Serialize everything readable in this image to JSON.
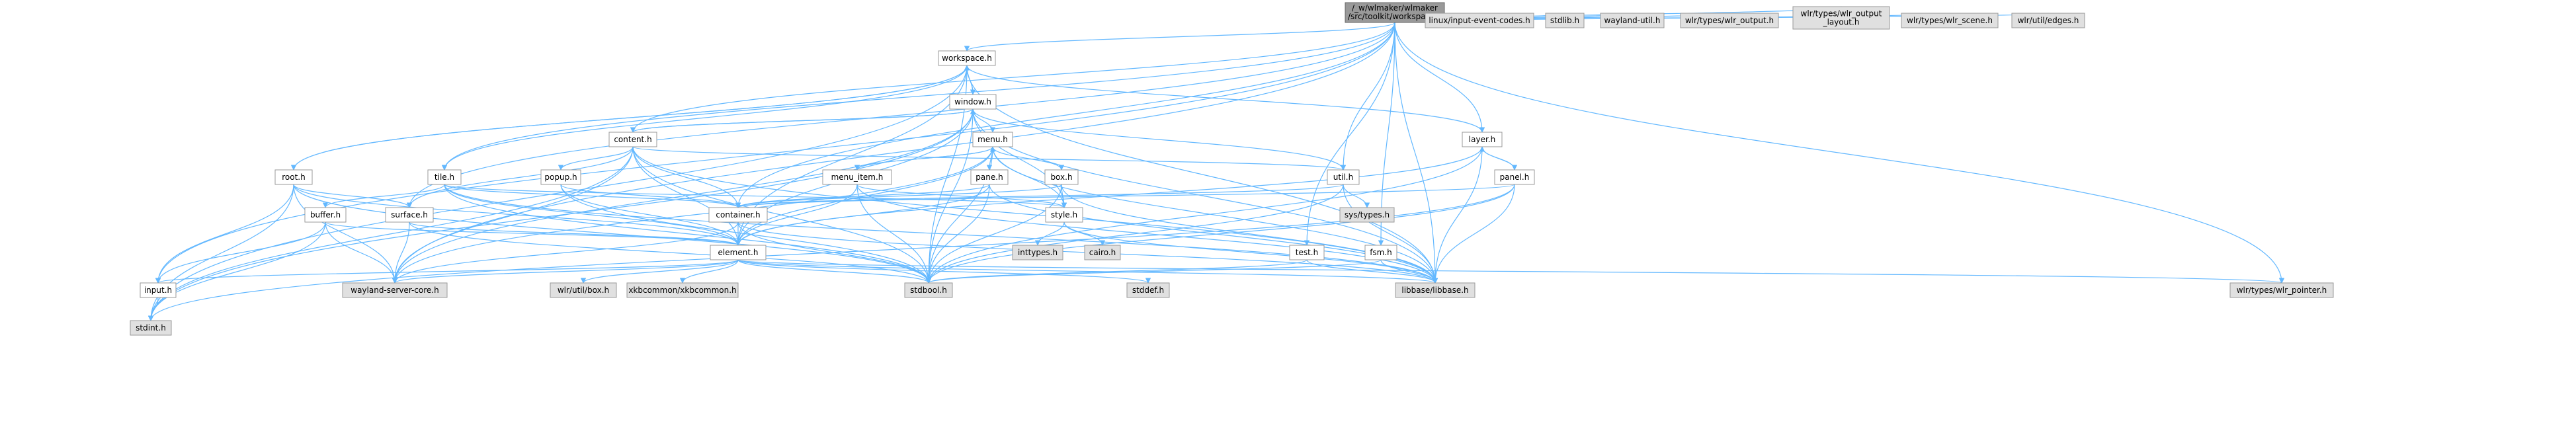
{
  "graph": {
    "root": {
      "lines": [
        "/_w/wlmaker/wlmaker",
        "/src/toolkit/workspace.c"
      ]
    },
    "nodes": [
      {
        "id": "workspace_h",
        "label": "workspace.h",
        "kind": "local"
      },
      {
        "id": "window_h",
        "label": "window.h",
        "kind": "local"
      },
      {
        "id": "content_h",
        "label": "content.h",
        "kind": "local"
      },
      {
        "id": "menu_h",
        "label": "menu.h",
        "kind": "local"
      },
      {
        "id": "root_h",
        "label": "root.h",
        "kind": "local"
      },
      {
        "id": "tile_h",
        "label": "tile.h",
        "kind": "local"
      },
      {
        "id": "popup_h",
        "label": "popup.h",
        "kind": "local"
      },
      {
        "id": "menu_item_h",
        "label": "menu_item.h",
        "kind": "local"
      },
      {
        "id": "pane_h",
        "label": "pane.h",
        "kind": "local"
      },
      {
        "id": "box_h",
        "label": "box.h",
        "kind": "local"
      },
      {
        "id": "layer_h",
        "label": "layer.h",
        "kind": "local"
      },
      {
        "id": "panel_h",
        "label": "panel.h",
        "kind": "local"
      },
      {
        "id": "util_h",
        "label": "util.h",
        "kind": "local"
      },
      {
        "id": "buffer_h",
        "label": "buffer.h",
        "kind": "local"
      },
      {
        "id": "surface_h",
        "label": "surface.h",
        "kind": "local"
      },
      {
        "id": "container_h",
        "label": "container.h",
        "kind": "local"
      },
      {
        "id": "style_h",
        "label": "style.h",
        "kind": "local"
      },
      {
        "id": "element_h",
        "label": "element.h",
        "kind": "local"
      },
      {
        "id": "test_h",
        "label": "test.h",
        "kind": "local"
      },
      {
        "id": "fsm_h",
        "label": "fsm.h",
        "kind": "local"
      },
      {
        "id": "input_h",
        "label": "input.h",
        "kind": "local"
      },
      {
        "id": "sys_types_h",
        "label": "sys/types.h",
        "kind": "ext"
      },
      {
        "id": "inttypes_h",
        "label": "inttypes.h",
        "kind": "ext"
      },
      {
        "id": "cairo_h",
        "label": "cairo.h",
        "kind": "ext"
      },
      {
        "id": "wayland_server_core_h",
        "label": "wayland-server-core.h",
        "kind": "ext"
      },
      {
        "id": "wlr_util_box_h",
        "label": "wlr/util/box.h",
        "kind": "ext"
      },
      {
        "id": "xkbcommon_h",
        "label": "xkbcommon/xkbcommon.h",
        "kind": "ext"
      },
      {
        "id": "stdbool_h",
        "label": "stdbool.h",
        "kind": "ext"
      },
      {
        "id": "stddef_h",
        "label": "stddef.h",
        "kind": "ext"
      },
      {
        "id": "libbase_h",
        "label": "libbase/libbase.h",
        "kind": "ext"
      },
      {
        "id": "wlr_pointer_h",
        "label": "wlr/types/wlr_pointer.h",
        "kind": "ext"
      },
      {
        "id": "stdint_h",
        "label": "stdint.h",
        "kind": "ext"
      },
      {
        "id": "linux_input_h",
        "label": "linux/input-event-codes.h",
        "kind": "ext"
      },
      {
        "id": "stdlib_h",
        "label": "stdlib.h",
        "kind": "ext"
      },
      {
        "id": "wayland_util_h",
        "label": "wayland-util.h",
        "kind": "ext"
      },
      {
        "id": "wlr_output_h",
        "label": "wlr/types/wlr_output.h",
        "kind": "ext"
      },
      {
        "id": "wlr_output_layout_h",
        "label": "wlr/types/wlr_output\n_layout.h",
        "kind": "ext"
      },
      {
        "id": "wlr_scene_h",
        "label": "wlr/types/wlr_scene.h",
        "kind": "ext"
      },
      {
        "id": "wlr_edges_h",
        "label": "wlr/util/edges.h",
        "kind": "ext"
      }
    ],
    "edges": [
      [
        "root",
        "workspace_h"
      ],
      [
        "root",
        "linux_input_h"
      ],
      [
        "root",
        "stdlib_h"
      ],
      [
        "root",
        "wayland_util_h"
      ],
      [
        "root",
        "wlr_output_h"
      ],
      [
        "root",
        "wlr_output_layout_h"
      ],
      [
        "root",
        "wlr_scene_h"
      ],
      [
        "root",
        "wlr_edges_h"
      ],
      [
        "root",
        "content_h"
      ],
      [
        "root",
        "container_h"
      ],
      [
        "root",
        "layer_h"
      ],
      [
        "root",
        "util_h"
      ],
      [
        "root",
        "tile_h"
      ],
      [
        "root",
        "surface_h"
      ],
      [
        "root",
        "input_h"
      ],
      [
        "root",
        "wayland_server_core_h"
      ],
      [
        "root",
        "libbase_h"
      ],
      [
        "root",
        "test_h"
      ],
      [
        "root",
        "fsm_h"
      ],
      [
        "root",
        "wlr_pointer_h"
      ],
      [
        "workspace_h",
        "window_h"
      ],
      [
        "workspace_h",
        "layer_h"
      ],
      [
        "workspace_h",
        "root_h"
      ],
      [
        "workspace_h",
        "tile_h"
      ],
      [
        "workspace_h",
        "element_h"
      ],
      [
        "workspace_h",
        "libbase_h"
      ],
      [
        "workspace_h",
        "stdbool_h"
      ],
      [
        "workspace_h",
        "stdint_h"
      ],
      [
        "window_h",
        "workspace_h"
      ],
      [
        "window_h",
        "content_h"
      ],
      [
        "window_h",
        "menu_h"
      ],
      [
        "window_h",
        "util_h"
      ],
      [
        "window_h",
        "style_h"
      ],
      [
        "window_h",
        "element_h"
      ],
      [
        "window_h",
        "libbase_h"
      ],
      [
        "window_h",
        "stdbool_h"
      ],
      [
        "window_h",
        "stdint_h"
      ],
      [
        "window_h",
        "wayland_server_core_h"
      ],
      [
        "content_h",
        "window_h"
      ],
      [
        "content_h",
        "popup_h"
      ],
      [
        "content_h",
        "container_h"
      ],
      [
        "content_h",
        "element_h"
      ],
      [
        "content_h",
        "util_h"
      ],
      [
        "content_h",
        "surface_h"
      ],
      [
        "content_h",
        "libbase_h"
      ],
      [
        "content_h",
        "stdbool_h"
      ],
      [
        "content_h",
        "stdint_h"
      ],
      [
        "content_h",
        "wayland_server_core_h"
      ],
      [
        "menu_h",
        "menu_item_h"
      ],
      [
        "menu_h",
        "pane_h"
      ],
      [
        "menu_h",
        "box_h"
      ],
      [
        "menu_h",
        "style_h"
      ],
      [
        "menu_h",
        "element_h"
      ],
      [
        "menu_h",
        "libbase_h"
      ],
      [
        "menu_h",
        "stdbool_h"
      ],
      [
        "menu_h",
        "wayland_server_core_h"
      ],
      [
        "menu_item_h",
        "menu_h"
      ],
      [
        "menu_item_h",
        "style_h"
      ],
      [
        "menu_item_h",
        "element_h"
      ],
      [
        "menu_item_h",
        "libbase_h"
      ],
      [
        "menu_item_h",
        "stdbool_h"
      ],
      [
        "pane_h",
        "container_h"
      ],
      [
        "pane_h",
        "element_h"
      ],
      [
        "pane_h",
        "libbase_h"
      ],
      [
        "pane_h",
        "stdbool_h"
      ],
      [
        "box_h",
        "container_h"
      ],
      [
        "box_h",
        "style_h"
      ],
      [
        "box_h",
        "libbase_h"
      ],
      [
        "box_h",
        "stdbool_h"
      ],
      [
        "popup_h",
        "container_h"
      ],
      [
        "popup_h",
        "element_h"
      ],
      [
        "popup_h",
        "stdbool_h"
      ],
      [
        "root_h",
        "workspace_h"
      ],
      [
        "root_h",
        "surface_h"
      ],
      [
        "root_h",
        "input_h"
      ],
      [
        "root_h",
        "element_h"
      ],
      [
        "root_h",
        "stdint_h"
      ],
      [
        "root_h",
        "wayland_server_core_h"
      ],
      [
        "root_h",
        "stdbool_h"
      ],
      [
        "tile_h",
        "buffer_h"
      ],
      [
        "tile_h",
        "container_h"
      ],
      [
        "tile_h",
        "style_h"
      ],
      [
        "tile_h",
        "element_h"
      ],
      [
        "tile_h",
        "libbase_h"
      ],
      [
        "tile_h",
        "stdbool_h"
      ],
      [
        "buffer_h",
        "element_h"
      ],
      [
        "buffer_h",
        "input_h"
      ],
      [
        "buffer_h",
        "stdint_h"
      ],
      [
        "buffer_h",
        "wayland_server_core_h"
      ],
      [
        "surface_h",
        "element_h"
      ],
      [
        "surface_h",
        "wayland_server_core_h"
      ],
      [
        "surface_h",
        "stdbool_h"
      ],
      [
        "layer_h",
        "panel_h"
      ],
      [
        "layer_h",
        "element_h"
      ],
      [
        "layer_h",
        "libbase_h"
      ],
      [
        "layer_h",
        "stdbool_h"
      ],
      [
        "panel_h",
        "layer_h"
      ],
      [
        "panel_h",
        "container_h"
      ],
      [
        "panel_h",
        "libbase_h"
      ],
      [
        "panel_h",
        "stdbool_h"
      ],
      [
        "panel_h",
        "stdint_h"
      ],
      [
        "util_h",
        "sys_types_h"
      ],
      [
        "util_h",
        "container_h"
      ],
      [
        "util_h",
        "libbase_h"
      ],
      [
        "util_h",
        "stdbool_h"
      ],
      [
        "container_h",
        "element_h"
      ],
      [
        "container_h",
        "libbase_h"
      ],
      [
        "container_h",
        "stdbool_h"
      ],
      [
        "container_h",
        "wayland_server_core_h"
      ],
      [
        "style_h",
        "inttypes_h"
      ],
      [
        "style_h",
        "cairo_h"
      ],
      [
        "style_h",
        "libbase_h"
      ],
      [
        "element_h",
        "input_h"
      ],
      [
        "element_h",
        "wayland_server_core_h"
      ],
      [
        "element_h",
        "wlr_util_box_h"
      ],
      [
        "element_h",
        "xkbcommon_h"
      ],
      [
        "element_h",
        "stdbool_h"
      ],
      [
        "element_h",
        "stddef_h"
      ],
      [
        "element_h",
        "libbase_h"
      ],
      [
        "element_h",
        "wlr_pointer_h"
      ],
      [
        "test_h",
        "libbase_h"
      ],
      [
        "test_h",
        "stdbool_h"
      ],
      [
        "fsm_h",
        "libbase_h"
      ],
      [
        "fsm_h",
        "stdbool_h"
      ],
      [
        "input_h",
        "stdint_h"
      ]
    ]
  },
  "colors": {
    "edge": "#63b8ff",
    "root_fill": "#999999",
    "local_fill": "#ffffff",
    "ext_fill": "#e0e0e0",
    "border": "#999999"
  }
}
